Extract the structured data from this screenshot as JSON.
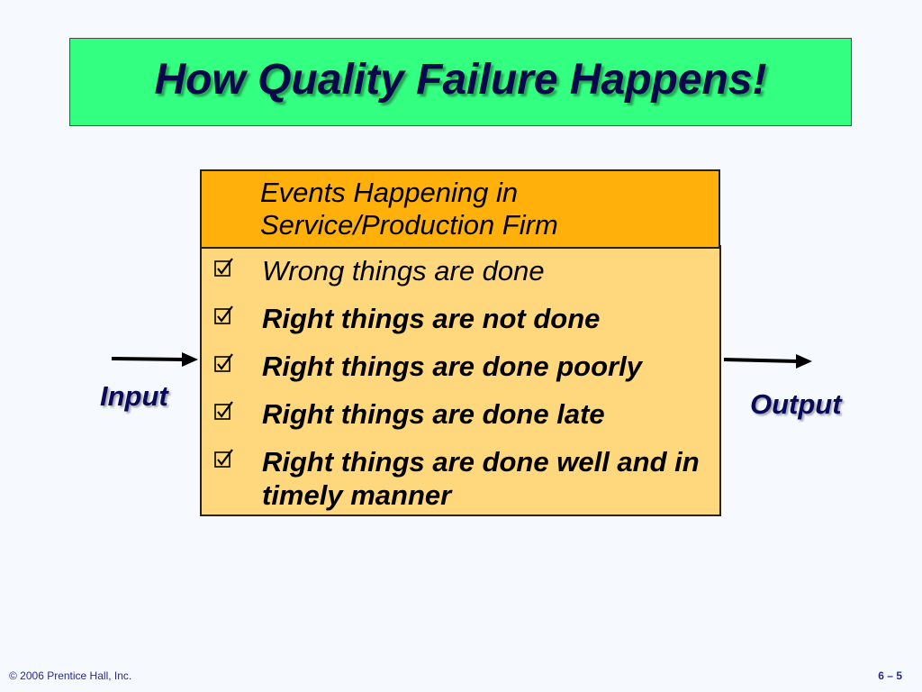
{
  "title": "How Quality Failure Happens!",
  "process_box": {
    "header_line_1": "Events Happening in",
    "header_line_2": "Service/Production Firm",
    "items": [
      "Wrong things are done",
      "Right things are not done",
      "Right things are done poorly",
      "Right things are done late",
      "Right things are done well and in timely manner"
    ]
  },
  "input_label": "Input",
  "output_label": "Output",
  "footer": {
    "copyright": "© 2006 Prentice Hall, Inc.",
    "slide_number": "6 – 5"
  },
  "icons": {
    "item_marker": "checked-box-icon",
    "flow": "arrow-right-icon"
  },
  "colors": {
    "title_background": "#33ff80",
    "header_background": "#ffb00b",
    "list_background": "#ffd77d",
    "background": "#f6faff",
    "label_text": "#0a0a5a"
  }
}
